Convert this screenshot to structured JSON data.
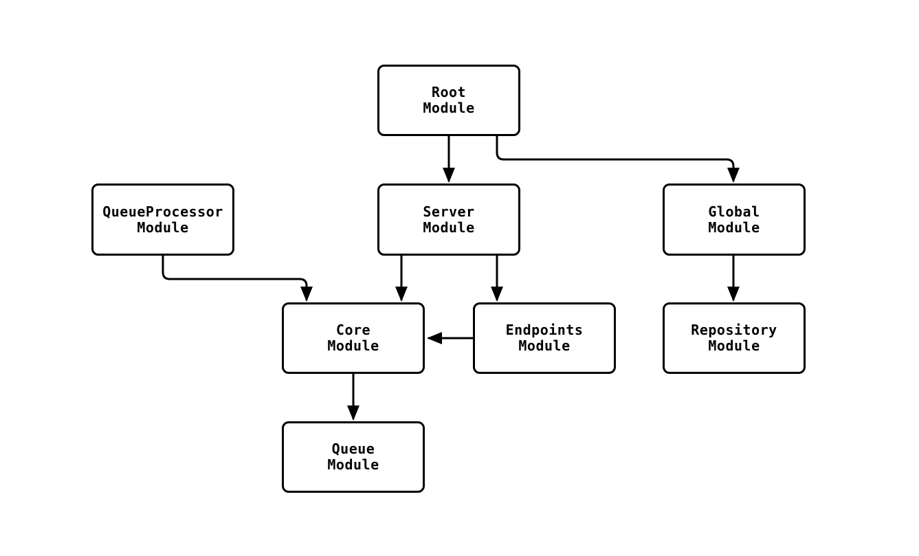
{
  "diagram": {
    "kind": "module-dependency-diagram",
    "background_color": "#ffffff",
    "node_fill_color": "#ffffff",
    "node_border_color": "#000000",
    "edge_color": "#000000",
    "text_color": "#000000",
    "nodes": [
      {
        "id": "root",
        "label": "Root\nModule"
      },
      {
        "id": "queueprocessor",
        "label": "QueueProcessor\nModule"
      },
      {
        "id": "server",
        "label": "Server\nModule"
      },
      {
        "id": "global",
        "label": "Global\nModule"
      },
      {
        "id": "core",
        "label": "Core\nModule"
      },
      {
        "id": "endpoints",
        "label": "Endpoints\nModule"
      },
      {
        "id": "repository",
        "label": "Repository\nModule"
      },
      {
        "id": "queue",
        "label": "Queue\nModule"
      }
    ],
    "edges": [
      {
        "from": "root",
        "to": "server"
      },
      {
        "from": "root",
        "to": "global"
      },
      {
        "from": "queueprocessor",
        "to": "core"
      },
      {
        "from": "server",
        "to": "core"
      },
      {
        "from": "server",
        "to": "endpoints"
      },
      {
        "from": "global",
        "to": "repository"
      },
      {
        "from": "endpoints",
        "to": "core"
      },
      {
        "from": "core",
        "to": "queue"
      }
    ]
  }
}
